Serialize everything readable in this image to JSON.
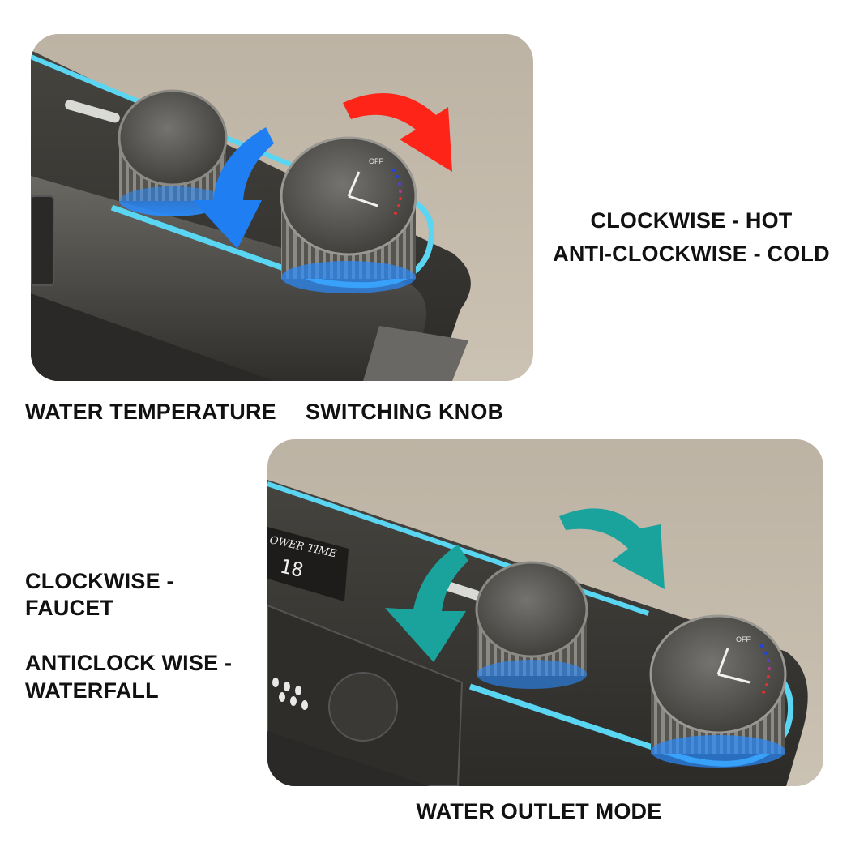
{
  "top_panel": {
    "instructions": {
      "line1": "CLOCKWISE - HOT",
      "line2": "ANTI-CLOCKWISE - COLD"
    },
    "knob_scale_label": "OFF",
    "caption_left": "WATER TEMPERATURE",
    "caption_right": "SWITCHING KNOB",
    "arrow_colors": {
      "clockwise": "#ff2418",
      "anticlockwise": "#1e7ef2"
    }
  },
  "bottom_panel": {
    "instructions": {
      "block1_line1": "CLOCKWISE -",
      "block1_line2": "FAUCET",
      "block2_line1": "ANTICLOCK WISE -",
      "block2_line2": "WATERFALL"
    },
    "display_label": "OWER TIME",
    "display_value": "18",
    "knob_scale_label": "OFF",
    "caption": "WATER OUTLET MODE",
    "arrow_colors": {
      "clockwise": "#1aa39c",
      "anticlockwise": "#1aa39c"
    }
  },
  "colors": {
    "led_strip": "#5ad6f2",
    "body_dark": "#3b3a37",
    "wall": "#c2b8a8",
    "knob_glow": "#2a8cff"
  }
}
